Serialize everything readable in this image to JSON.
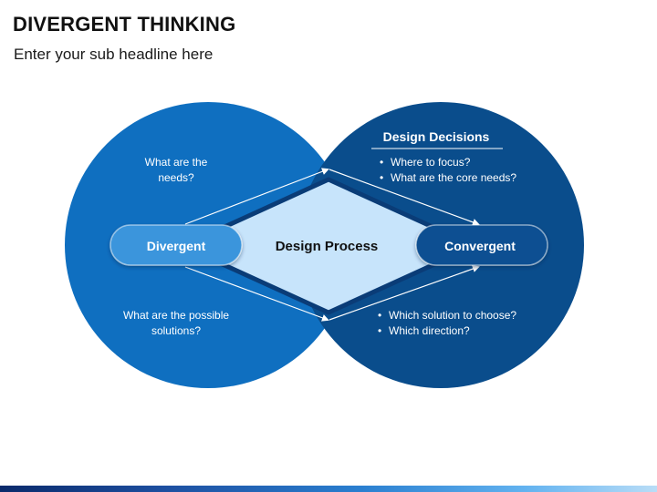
{
  "title": "DIVERGENT THINKING",
  "subtitle": "Enter your sub headline here",
  "diagram": {
    "center_label": "Design Process",
    "left_pill_label": "Divergent",
    "right_pill_label": "Convergent",
    "left_top_text": [
      "What are the",
      "needs?"
    ],
    "left_bottom_text": [
      "What are the possible",
      "solutions?"
    ],
    "right_heading": "Design Decisions",
    "right_top_bullets": [
      "Where to focus?",
      "What are the core needs?"
    ],
    "right_bottom_bullets": [
      "Which solution to choose?",
      "Which direction?"
    ],
    "bullet_char": "•"
  },
  "colors": {
    "left_circle": "#0f6fc0",
    "right_circle": "#0a4d8c",
    "diamond": "#c7e4fb",
    "left_pill": "#3a95dc",
    "right_pill": "#0b4f92",
    "text_dark": "#111111",
    "text_light": "#ffffff"
  }
}
